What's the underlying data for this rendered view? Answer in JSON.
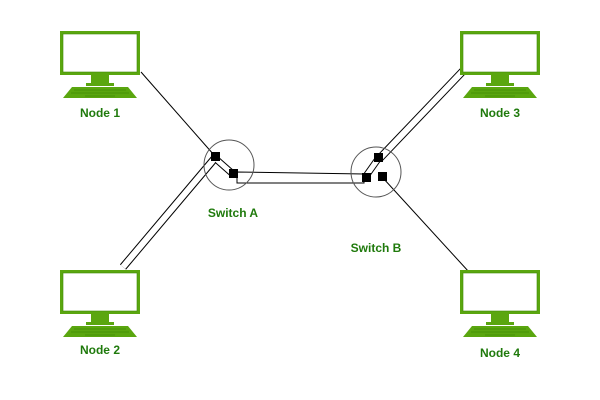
{
  "colors": {
    "node": "#5aa60f",
    "node_dark": "#3f8a06",
    "label": "#1f7a0c",
    "link": "#000000"
  },
  "nodes": [
    {
      "id": "node-1",
      "label": "Node 1",
      "icon": "computer-icon"
    },
    {
      "id": "node-2",
      "label": "Node 2",
      "icon": "computer-icon"
    },
    {
      "id": "node-3",
      "label": "Node 3",
      "icon": "computer-icon"
    },
    {
      "id": "node-4",
      "label": "Node 4",
      "icon": "computer-icon"
    }
  ],
  "switches": [
    {
      "id": "switch-a",
      "label": "Switch A",
      "icon": "switch-icon"
    },
    {
      "id": "switch-b",
      "label": "Switch B",
      "icon": "switch-icon"
    }
  ],
  "edges": [
    {
      "from": "node-1",
      "to": "switch-a",
      "style": "thin"
    },
    {
      "from": "node-2",
      "to": "switch-a",
      "style": "tube"
    },
    {
      "from": "switch-a",
      "to": "switch-b",
      "style": "tube"
    },
    {
      "from": "node-3",
      "to": "switch-b",
      "style": "tube"
    },
    {
      "from": "node-4",
      "to": "switch-b",
      "style": "thin"
    }
  ]
}
